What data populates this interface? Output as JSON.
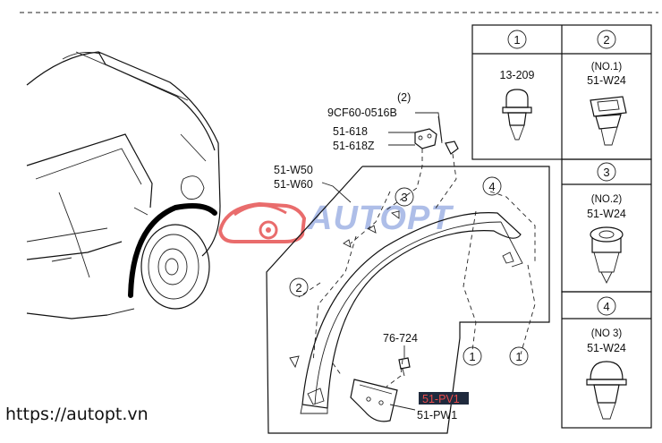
{
  "watermark": "AUTOPT",
  "url": "https://autopt.vn",
  "legend": [
    {
      "num": "1",
      "part": "13-209",
      "note": ""
    },
    {
      "num": "2",
      "part": "51-W24",
      "note": "(NO.1)"
    },
    {
      "num": "3",
      "part": "51-W24",
      "note": "(NO.2)"
    },
    {
      "num": "4",
      "part": "51-W24",
      "note": "(NO 3)"
    }
  ],
  "labels": {
    "bolt_qty": "(2)",
    "bolt": "9CF60-0516B",
    "bracket_a": "51-618",
    "bracket_b": "51-618Z",
    "flare_a": "51-W50",
    "flare_b": "51-W60",
    "screw": "76-724",
    "flap_a": "51-PV1",
    "flap_b": "51-PW1"
  },
  "callouts": {
    "c1": "1",
    "c2": "2",
    "c3": "3",
    "c4": "4"
  }
}
